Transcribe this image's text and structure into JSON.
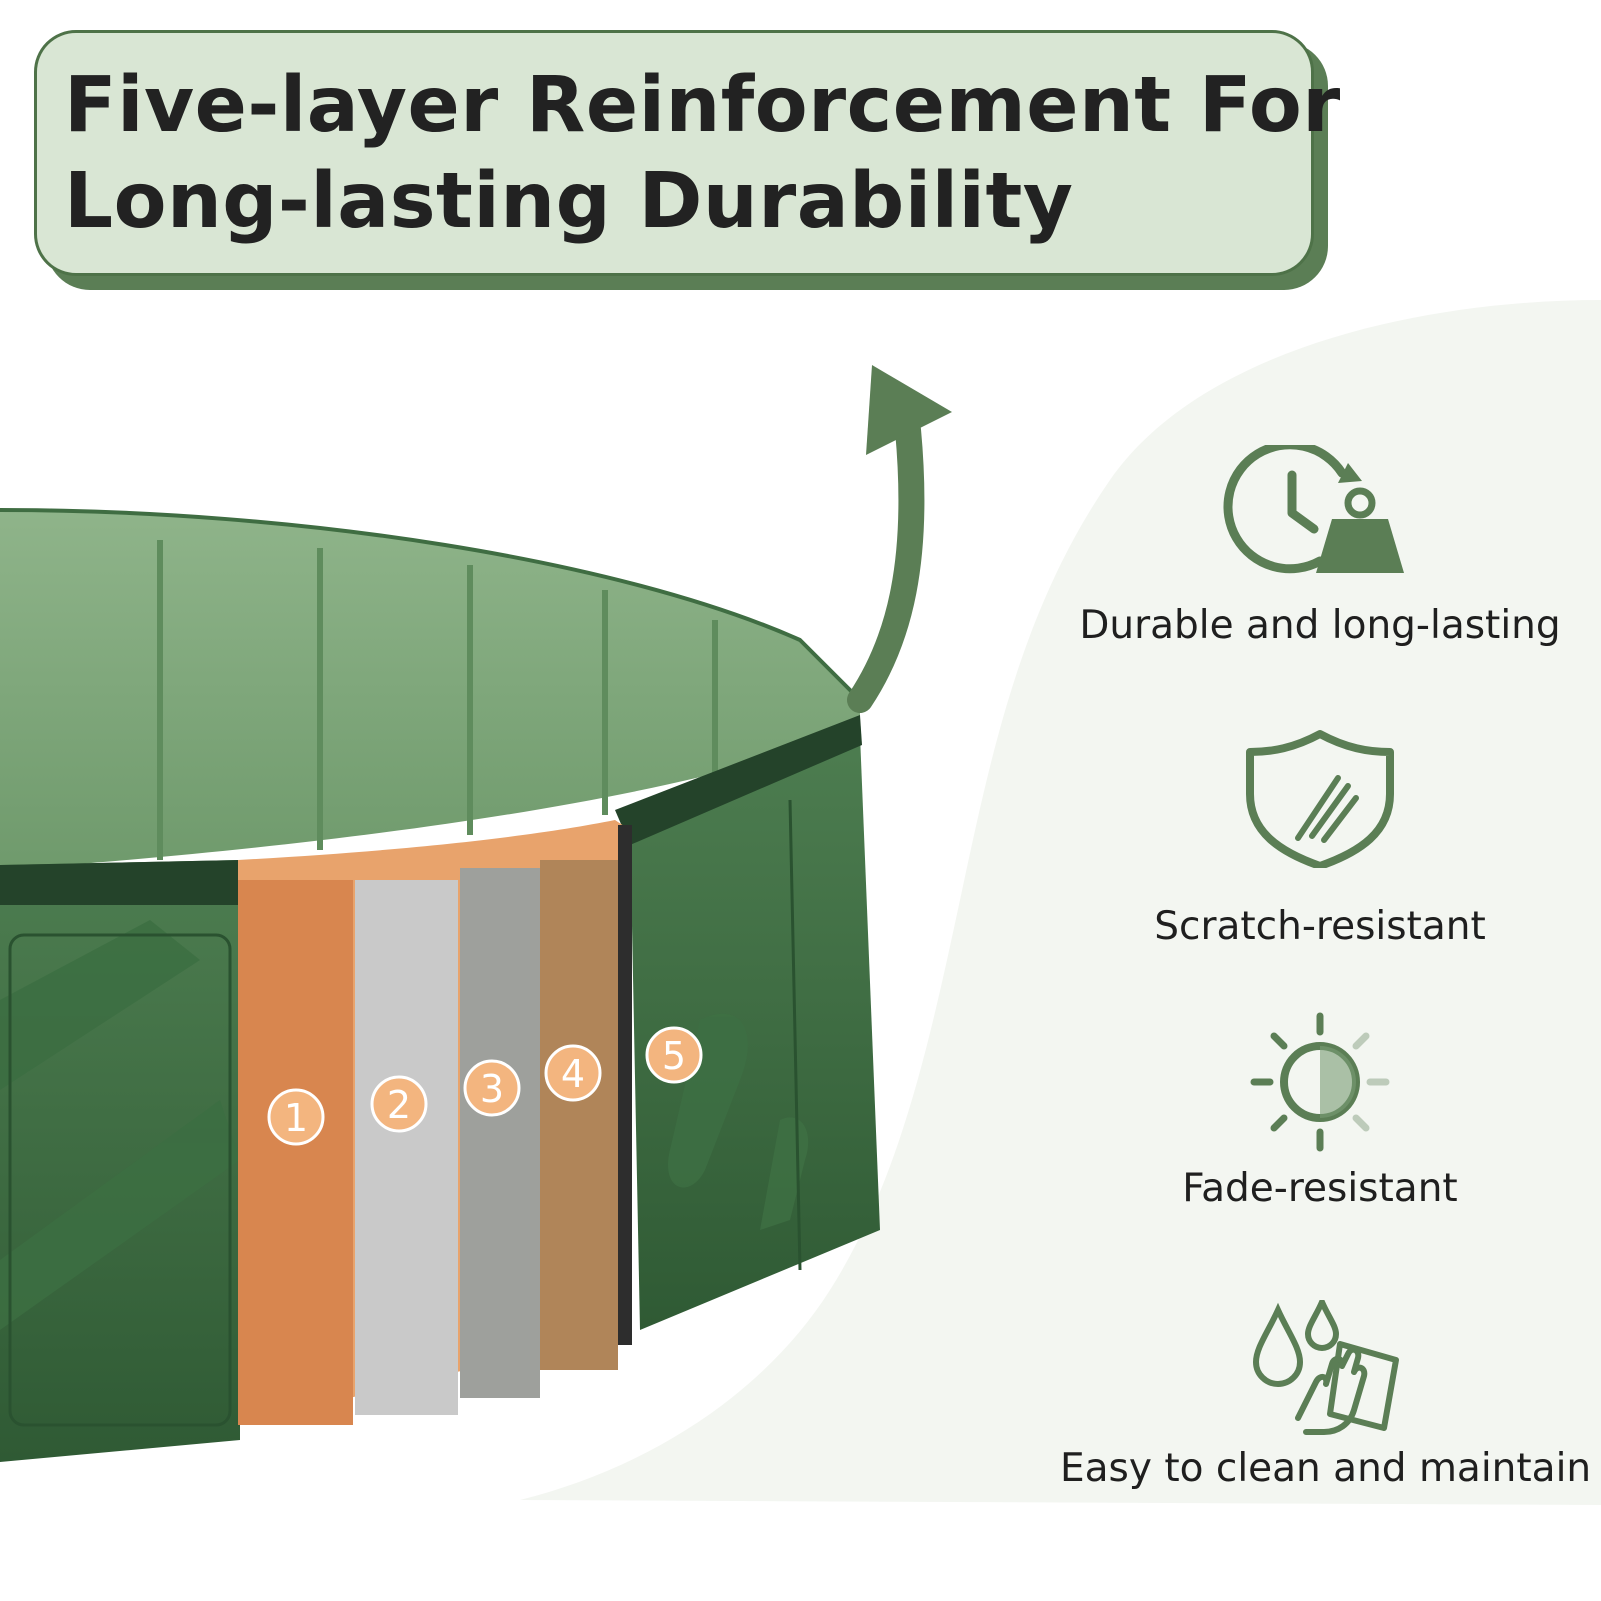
{
  "heading": {
    "line1": "Five-layer Reinforcement For",
    "line2": "Long-lasting Durability"
  },
  "layers": [
    {
      "number": "1"
    },
    {
      "number": "2"
    },
    {
      "number": "3"
    },
    {
      "number": "4"
    },
    {
      "number": "5"
    }
  ],
  "features": [
    {
      "icon": "clock-weight-icon",
      "label": "Durable and long-lasting"
    },
    {
      "icon": "shield-scratch-icon",
      "label": "Scratch-resistant"
    },
    {
      "icon": "sun-fade-icon",
      "label": "Fade-resistant"
    },
    {
      "icon": "drops-wipe-icon",
      "label": "Easy to clean and maintain"
    }
  ],
  "colors": {
    "brand_green": "#5b7e55",
    "dark_green": "#2f5a34",
    "banner_fill": "#d9e6d4",
    "badge_fill": "#f3b57f",
    "panel_bg": "#f3f6f1"
  }
}
